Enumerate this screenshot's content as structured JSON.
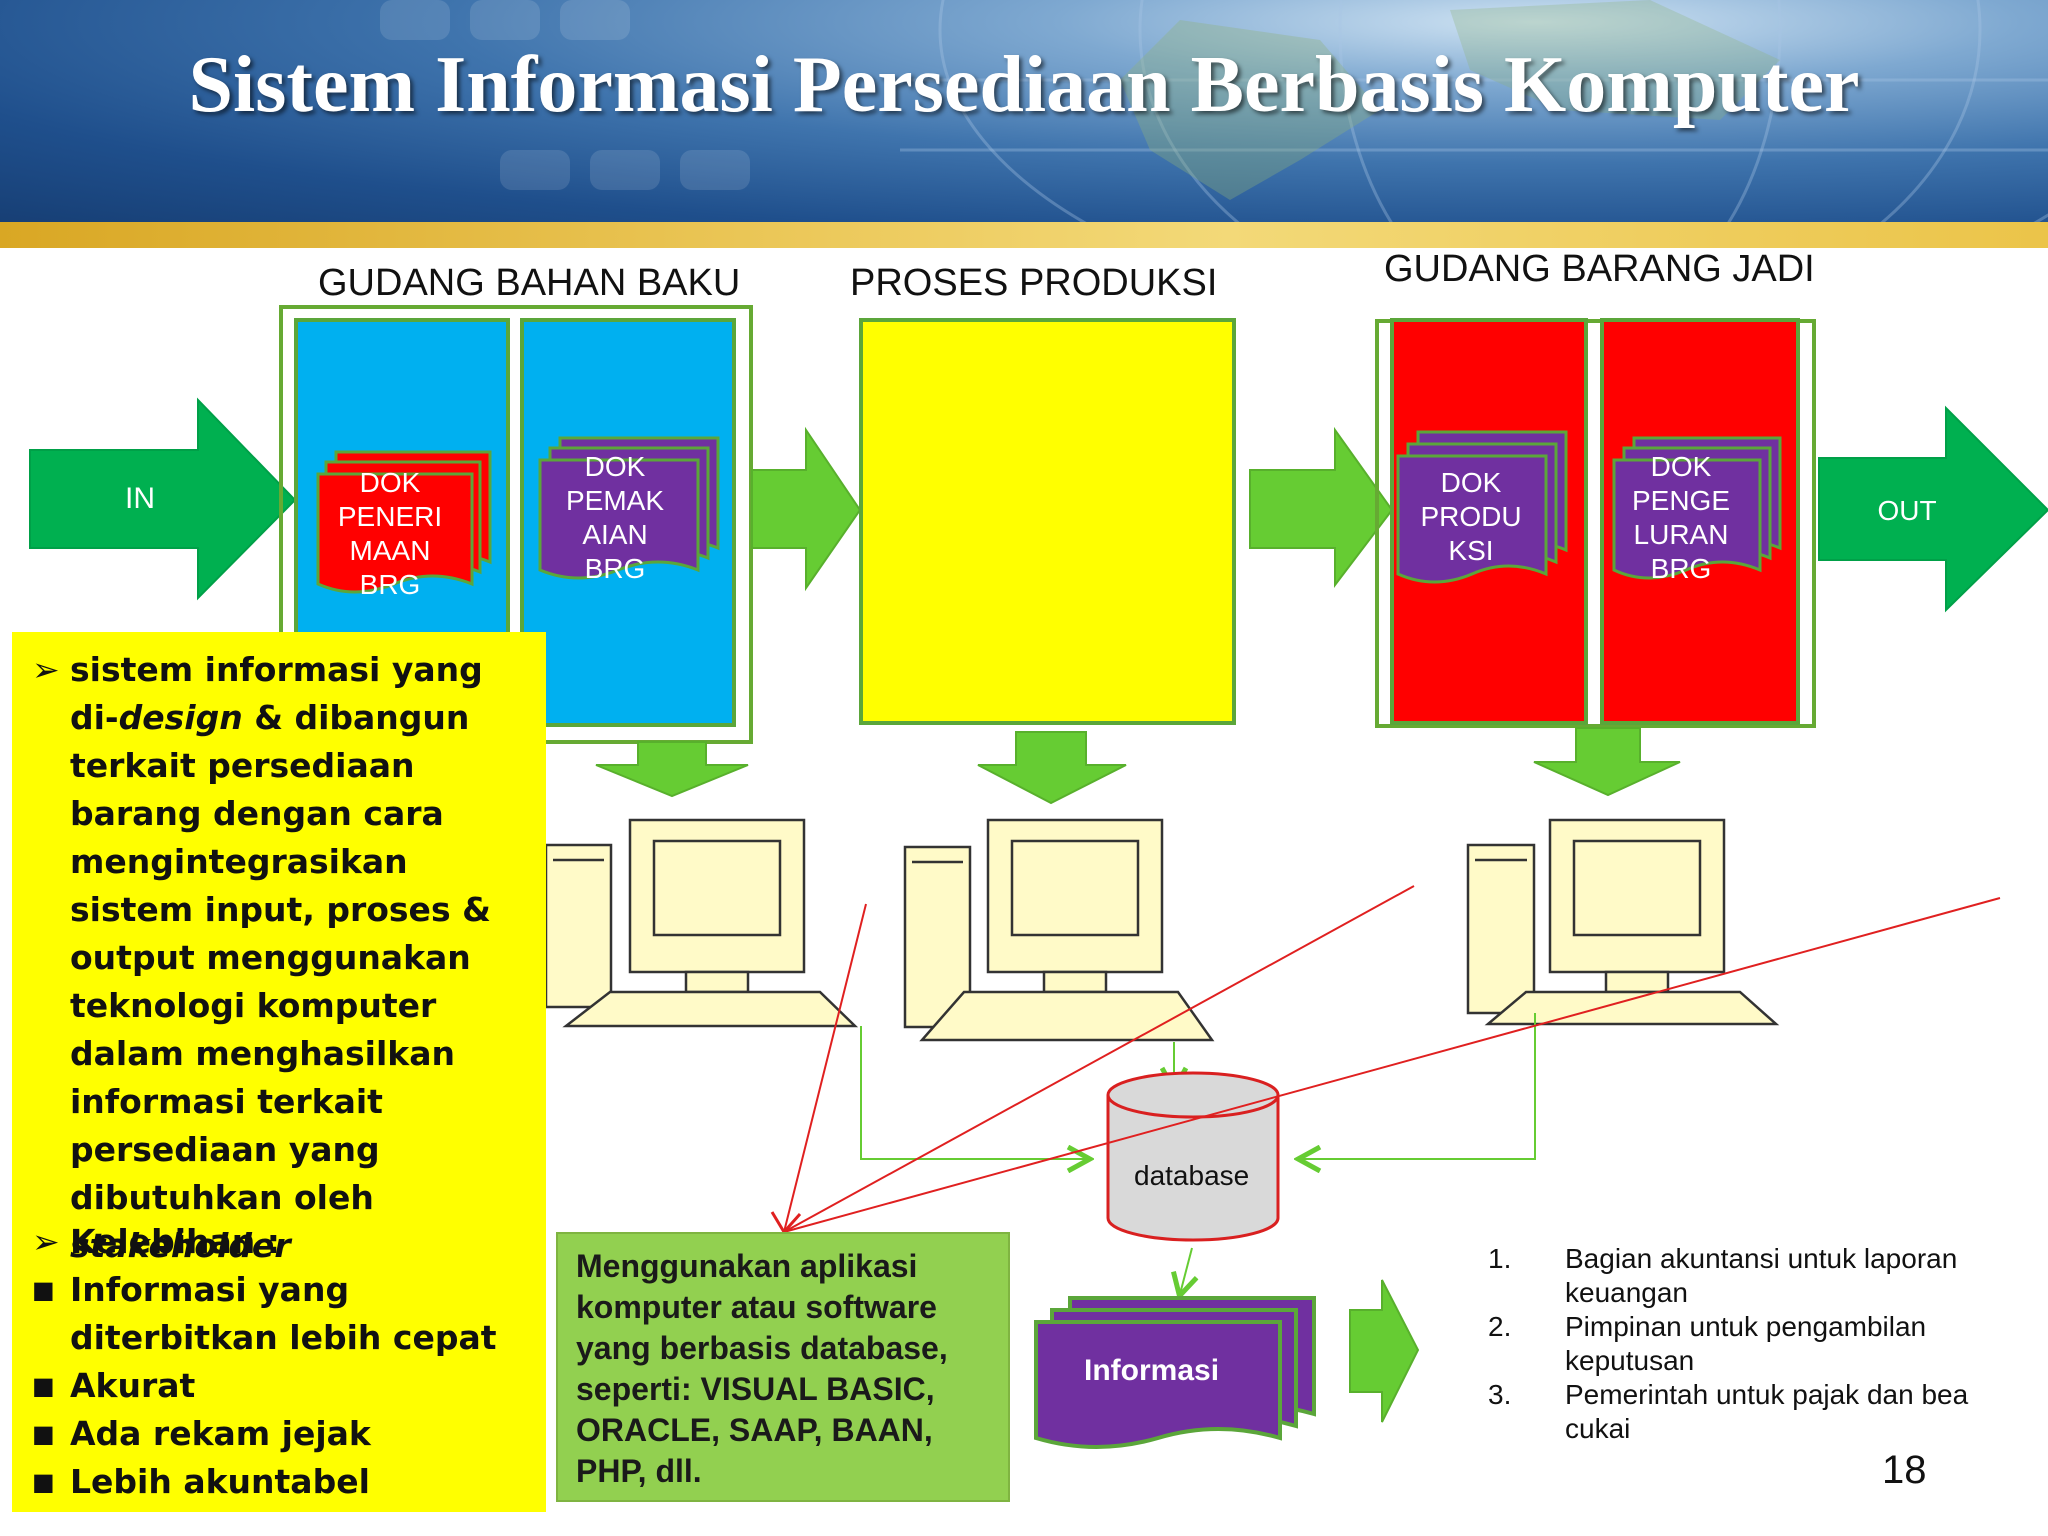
{
  "title": "Sistem Informasi Persediaan Berbasis Komputer",
  "sections": {
    "raw_warehouse": "GUDANG BAHAN BAKU",
    "production": "PROSES PRODUKSI",
    "finished_warehouse": "GUDANG BARANG JADI"
  },
  "flow": {
    "in": "IN",
    "out": "OUT"
  },
  "documents": {
    "receipt": [
      "DOK",
      "PENERI",
      "MAAN",
      "BRG"
    ],
    "usage": [
      "DOK",
      "PEMAK",
      "AIAN",
      "BRG"
    ],
    "production": [
      "DOK",
      "PRODU",
      "KSI"
    ],
    "release": [
      "DOK",
      "PENGE",
      "LURAN",
      "BRG"
    ]
  },
  "database_label": "database",
  "informasi_label": "Informasi",
  "description": {
    "bullet_intro": {
      "parts": [
        "sistem informasi yang di-",
        "design",
        " & dibangun terkait persediaan barang dengan cara mengintegrasikan sistem input, proses & output menggunakan teknologi komputer dalam menghasilkan informasi terkait persediaan yang dibutuhkan oleh ",
        "stakeholder"
      ]
    },
    "advantages_heading": "Kelebihan :",
    "advantages": [
      "Informasi yang diterbitkan lebih cepat",
      "Akurat",
      "Ada rekam jejak",
      "Lebih akuntabel"
    ]
  },
  "software_note": "Menggunakan aplikasi komputer atau software yang berbasis database, seperti: VISUAL BASIC, ORACLE, SAAP, BAAN, PHP, dll.",
  "stakeholders": [
    {
      "num": "1.",
      "text": "Bagian akuntansi untuk laporan keuangan"
    },
    {
      "num": "2.",
      "text": "Pimpinan untuk pengambilan keputusan"
    },
    {
      "num": "3.",
      "text": "Pemerintah untuk pajak dan bea cukai"
    }
  ],
  "page_number": "18",
  "colors": {
    "arrow_dark": "#00b050",
    "arrow_light": "#66cc33",
    "raw_box": "#00b0f0",
    "production_box": "#ffff00",
    "finished_box": "#ff0000",
    "doc_red": "#ff0000",
    "doc_purple": "#7030a0",
    "note_box": "#92d050",
    "annotation_line": "#e02020"
  }
}
